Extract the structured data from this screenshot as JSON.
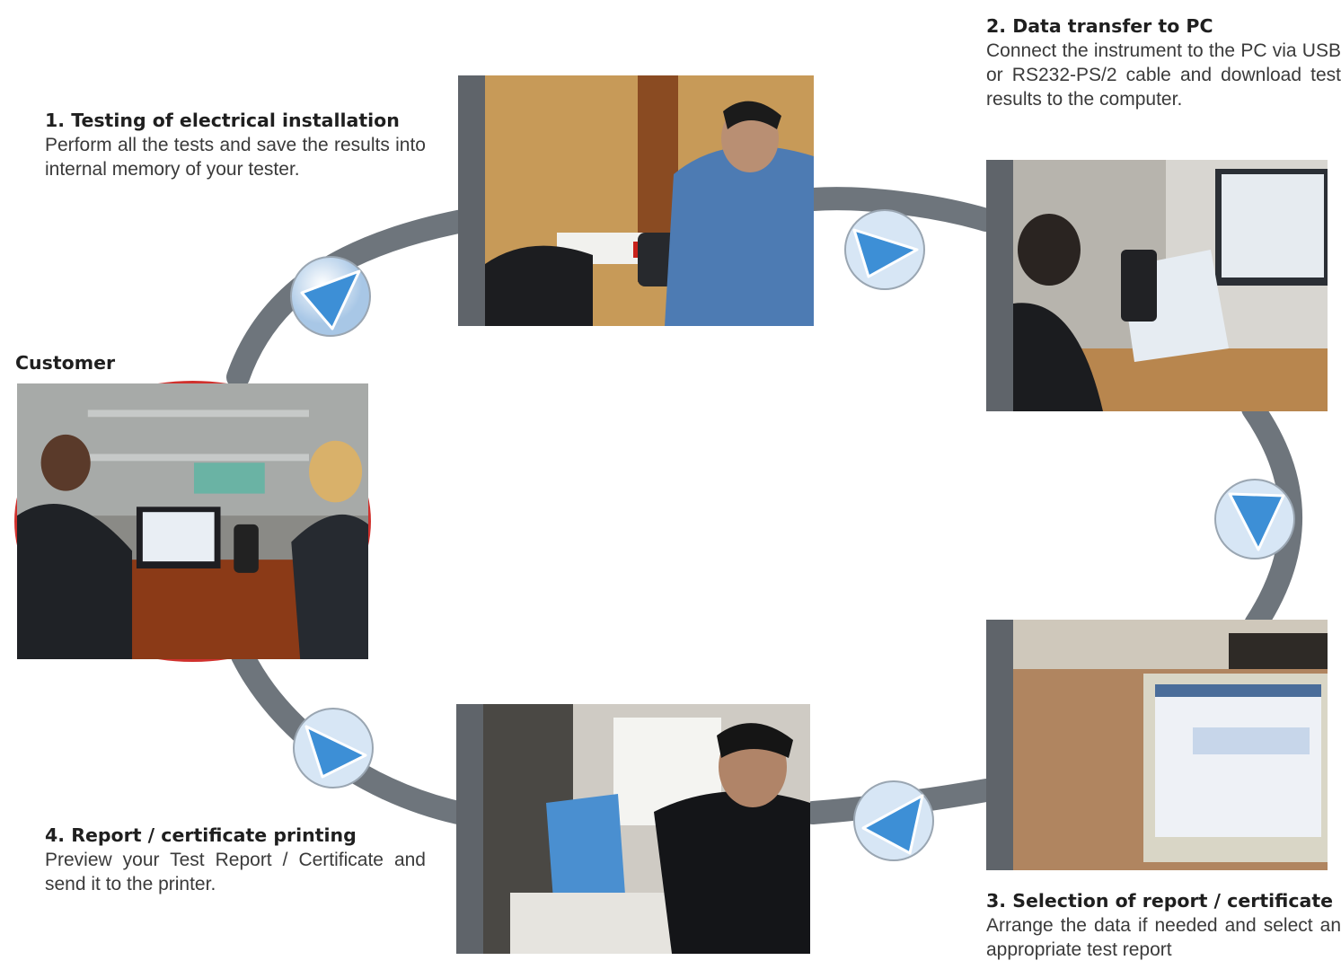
{
  "customer_label": "Customer",
  "steps": [
    {
      "heading": "1. Testing of electrical installation",
      "body": "Perform all the tests and save the results into internal memory of your tester."
    },
    {
      "heading": "2. Data transfer to PC",
      "body": "Connect the instrument to the PC via USB or RS232-PS/2 cable and download test results to the computer."
    },
    {
      "heading": "3. Selection of report / certificate",
      "body": "Arrange the data if needed and select an appropriate test report"
    },
    {
      "heading": "4. Report / certificate printing",
      "body": "Preview your Test Report / Certificate and send it to the printer."
    }
  ],
  "colors": {
    "ring": "#6e757c",
    "circle_border": "#d0312d",
    "photo_frame": "#5f646a",
    "badge_blue": "#3d8fd6"
  },
  "icons": [
    "arrow-badge-icon"
  ]
}
